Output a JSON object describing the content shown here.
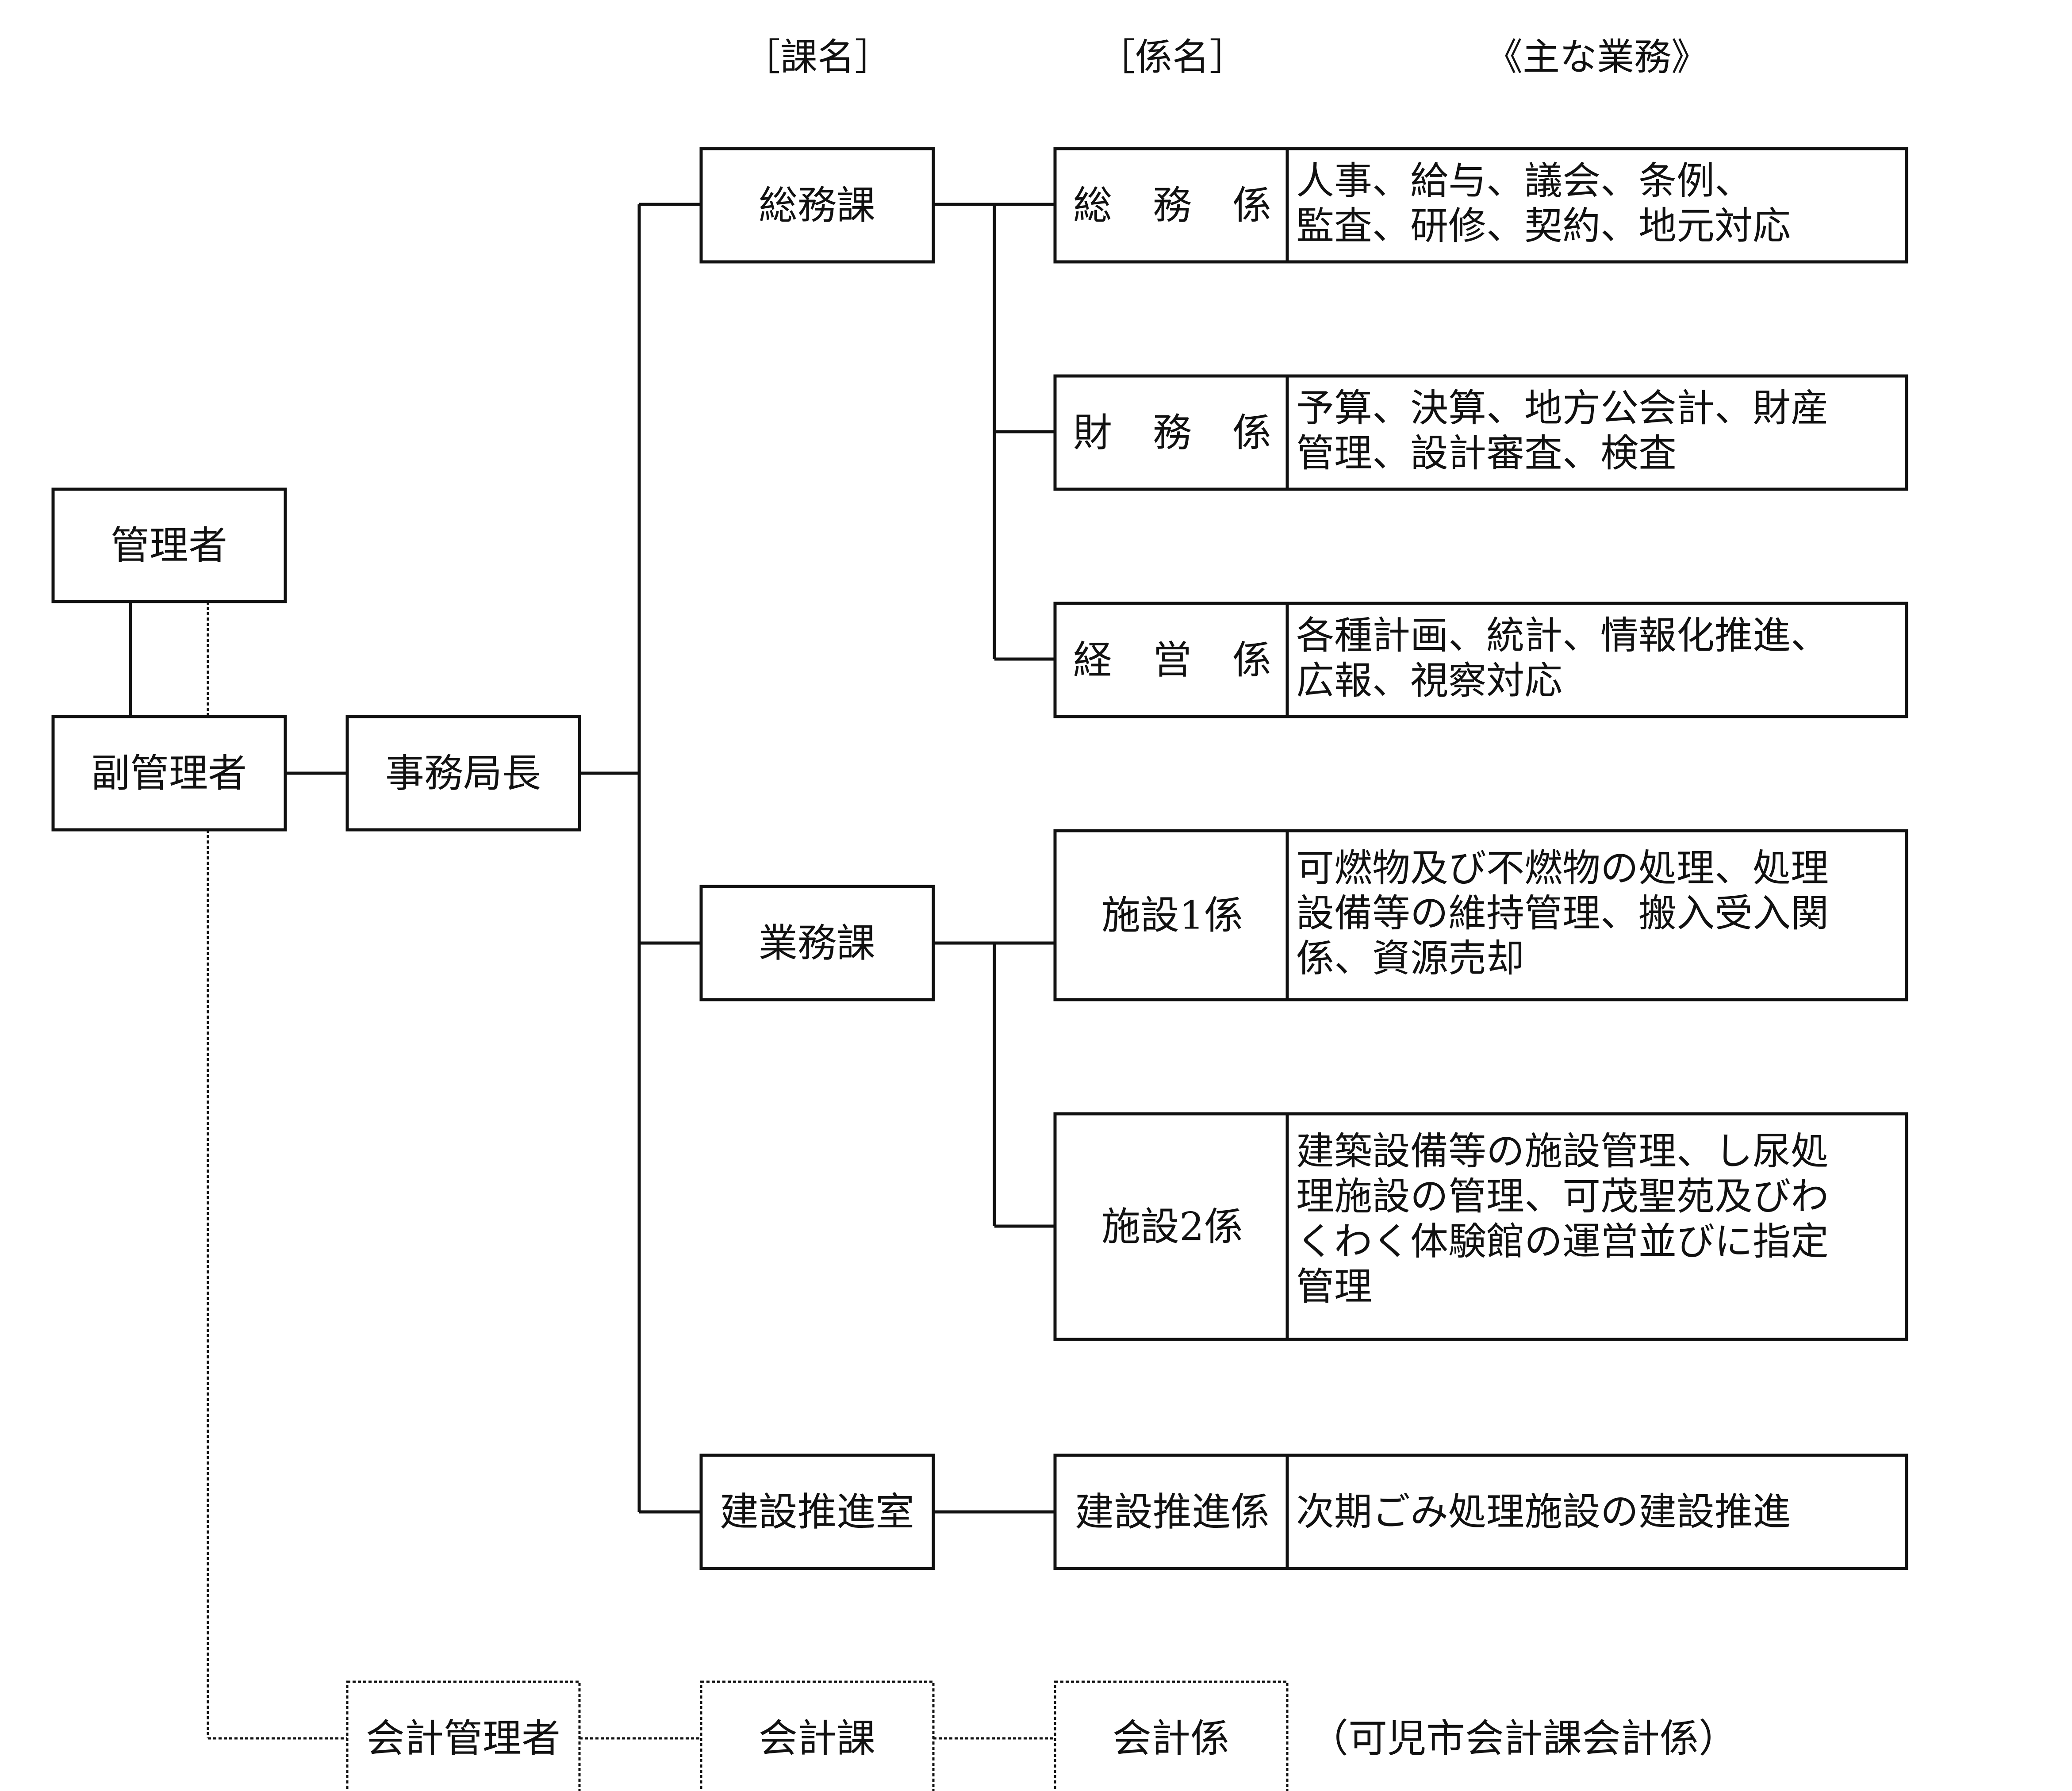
{
  "headers": {
    "section": "［課名］",
    "subsection": "［係名］",
    "duties": "《主な業務》"
  },
  "leaders": {
    "manager": "管理者",
    "deputy_manager": "副管理者",
    "secretary_general": "事務局長",
    "accounting_manager": "会計管理者"
  },
  "sections": [
    {
      "name": "総務課",
      "subsections": [
        {
          "name_parts": [
            "総",
            "務",
            "係"
          ],
          "duties": [
            "人事、給与、議会、条例、",
            "監査、研修、契約、地元対応"
          ]
        },
        {
          "name_parts": [
            "財",
            "務",
            "係"
          ],
          "duties": [
            "予算、決算、地方公会計、財産",
            "管理、設計審査、検査"
          ]
        },
        {
          "name_parts": [
            "経",
            "営",
            "係"
          ],
          "duties": [
            "各種計画、統計、情報化推進、",
            "広報、視察対応"
          ]
        }
      ]
    },
    {
      "name": "業務課",
      "subsections": [
        {
          "name": "施設1係",
          "duties": [
            "可燃物及び不燃物の処理、処理",
            "設備等の維持管理、搬入受入関",
            "係、資源売却"
          ]
        },
        {
          "name": "施設2係",
          "duties": [
            "建築設備等の施設管理、し尿処",
            "理施設の管理、可茂聖苑及びわ",
            "くわく体験館の運営並びに指定",
            "管理"
          ]
        }
      ]
    },
    {
      "name": "建設推進室",
      "subsections": [
        {
          "name": "建設推進係",
          "duties": [
            "次期ごみ処理施設の建設推進"
          ]
        }
      ]
    }
  ],
  "accounting": {
    "section": "会計課",
    "subsection": "会計係",
    "note": "（可児市会計課会計係）"
  }
}
